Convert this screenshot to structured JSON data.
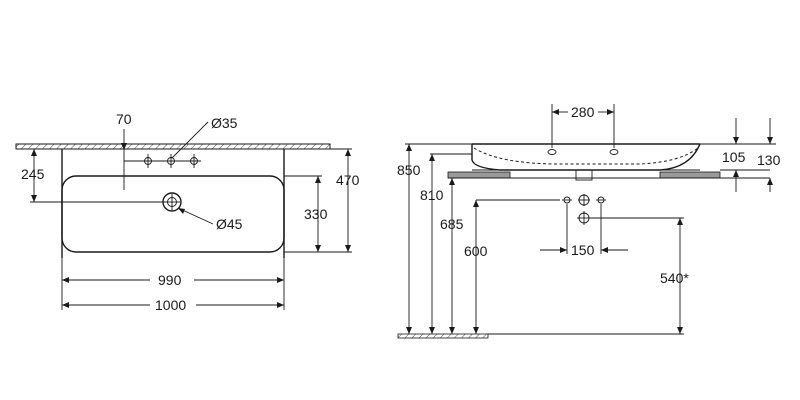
{
  "drawing": {
    "plan_view": {
      "dimensions": {
        "depth_to_bowl": "245",
        "tap_hole_spacing": "70",
        "tap_hole_diameter": "Ø35",
        "overall_depth": "470",
        "bowl_depth": "330",
        "drain_diameter": "Ø45",
        "bowl_width": "990",
        "overall_width": "1000"
      }
    },
    "side_view": {
      "dimensions": {
        "tap_holes_spacing": "280",
        "basin_height_inner": "105",
        "basin_height_total": "130",
        "height_850": "850",
        "height_810": "810",
        "height_685": "685",
        "height_600": "600",
        "connection_spacing": "150",
        "connection_height": "540*"
      }
    }
  }
}
